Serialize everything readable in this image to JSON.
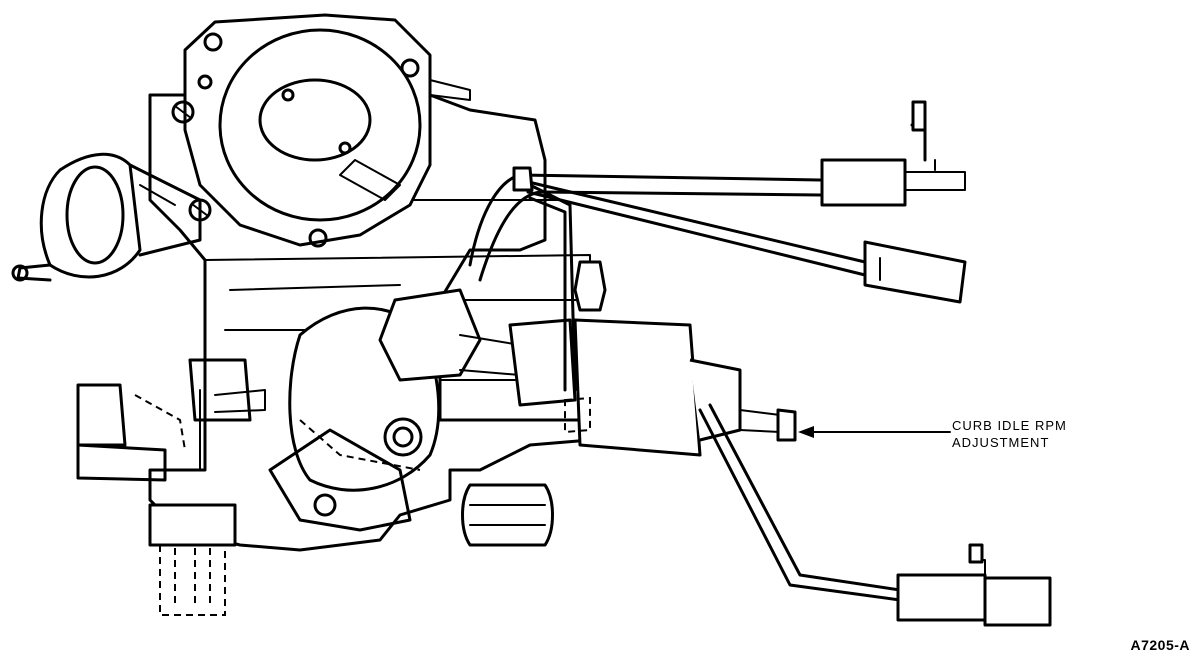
{
  "annotations": {
    "callout_line1": "CURB IDLE RPM",
    "callout_line2": "ADJUSTMENT",
    "figure_id": "A7205-A"
  },
  "colors": {
    "ink": "#000000",
    "paper": "#ffffff"
  }
}
